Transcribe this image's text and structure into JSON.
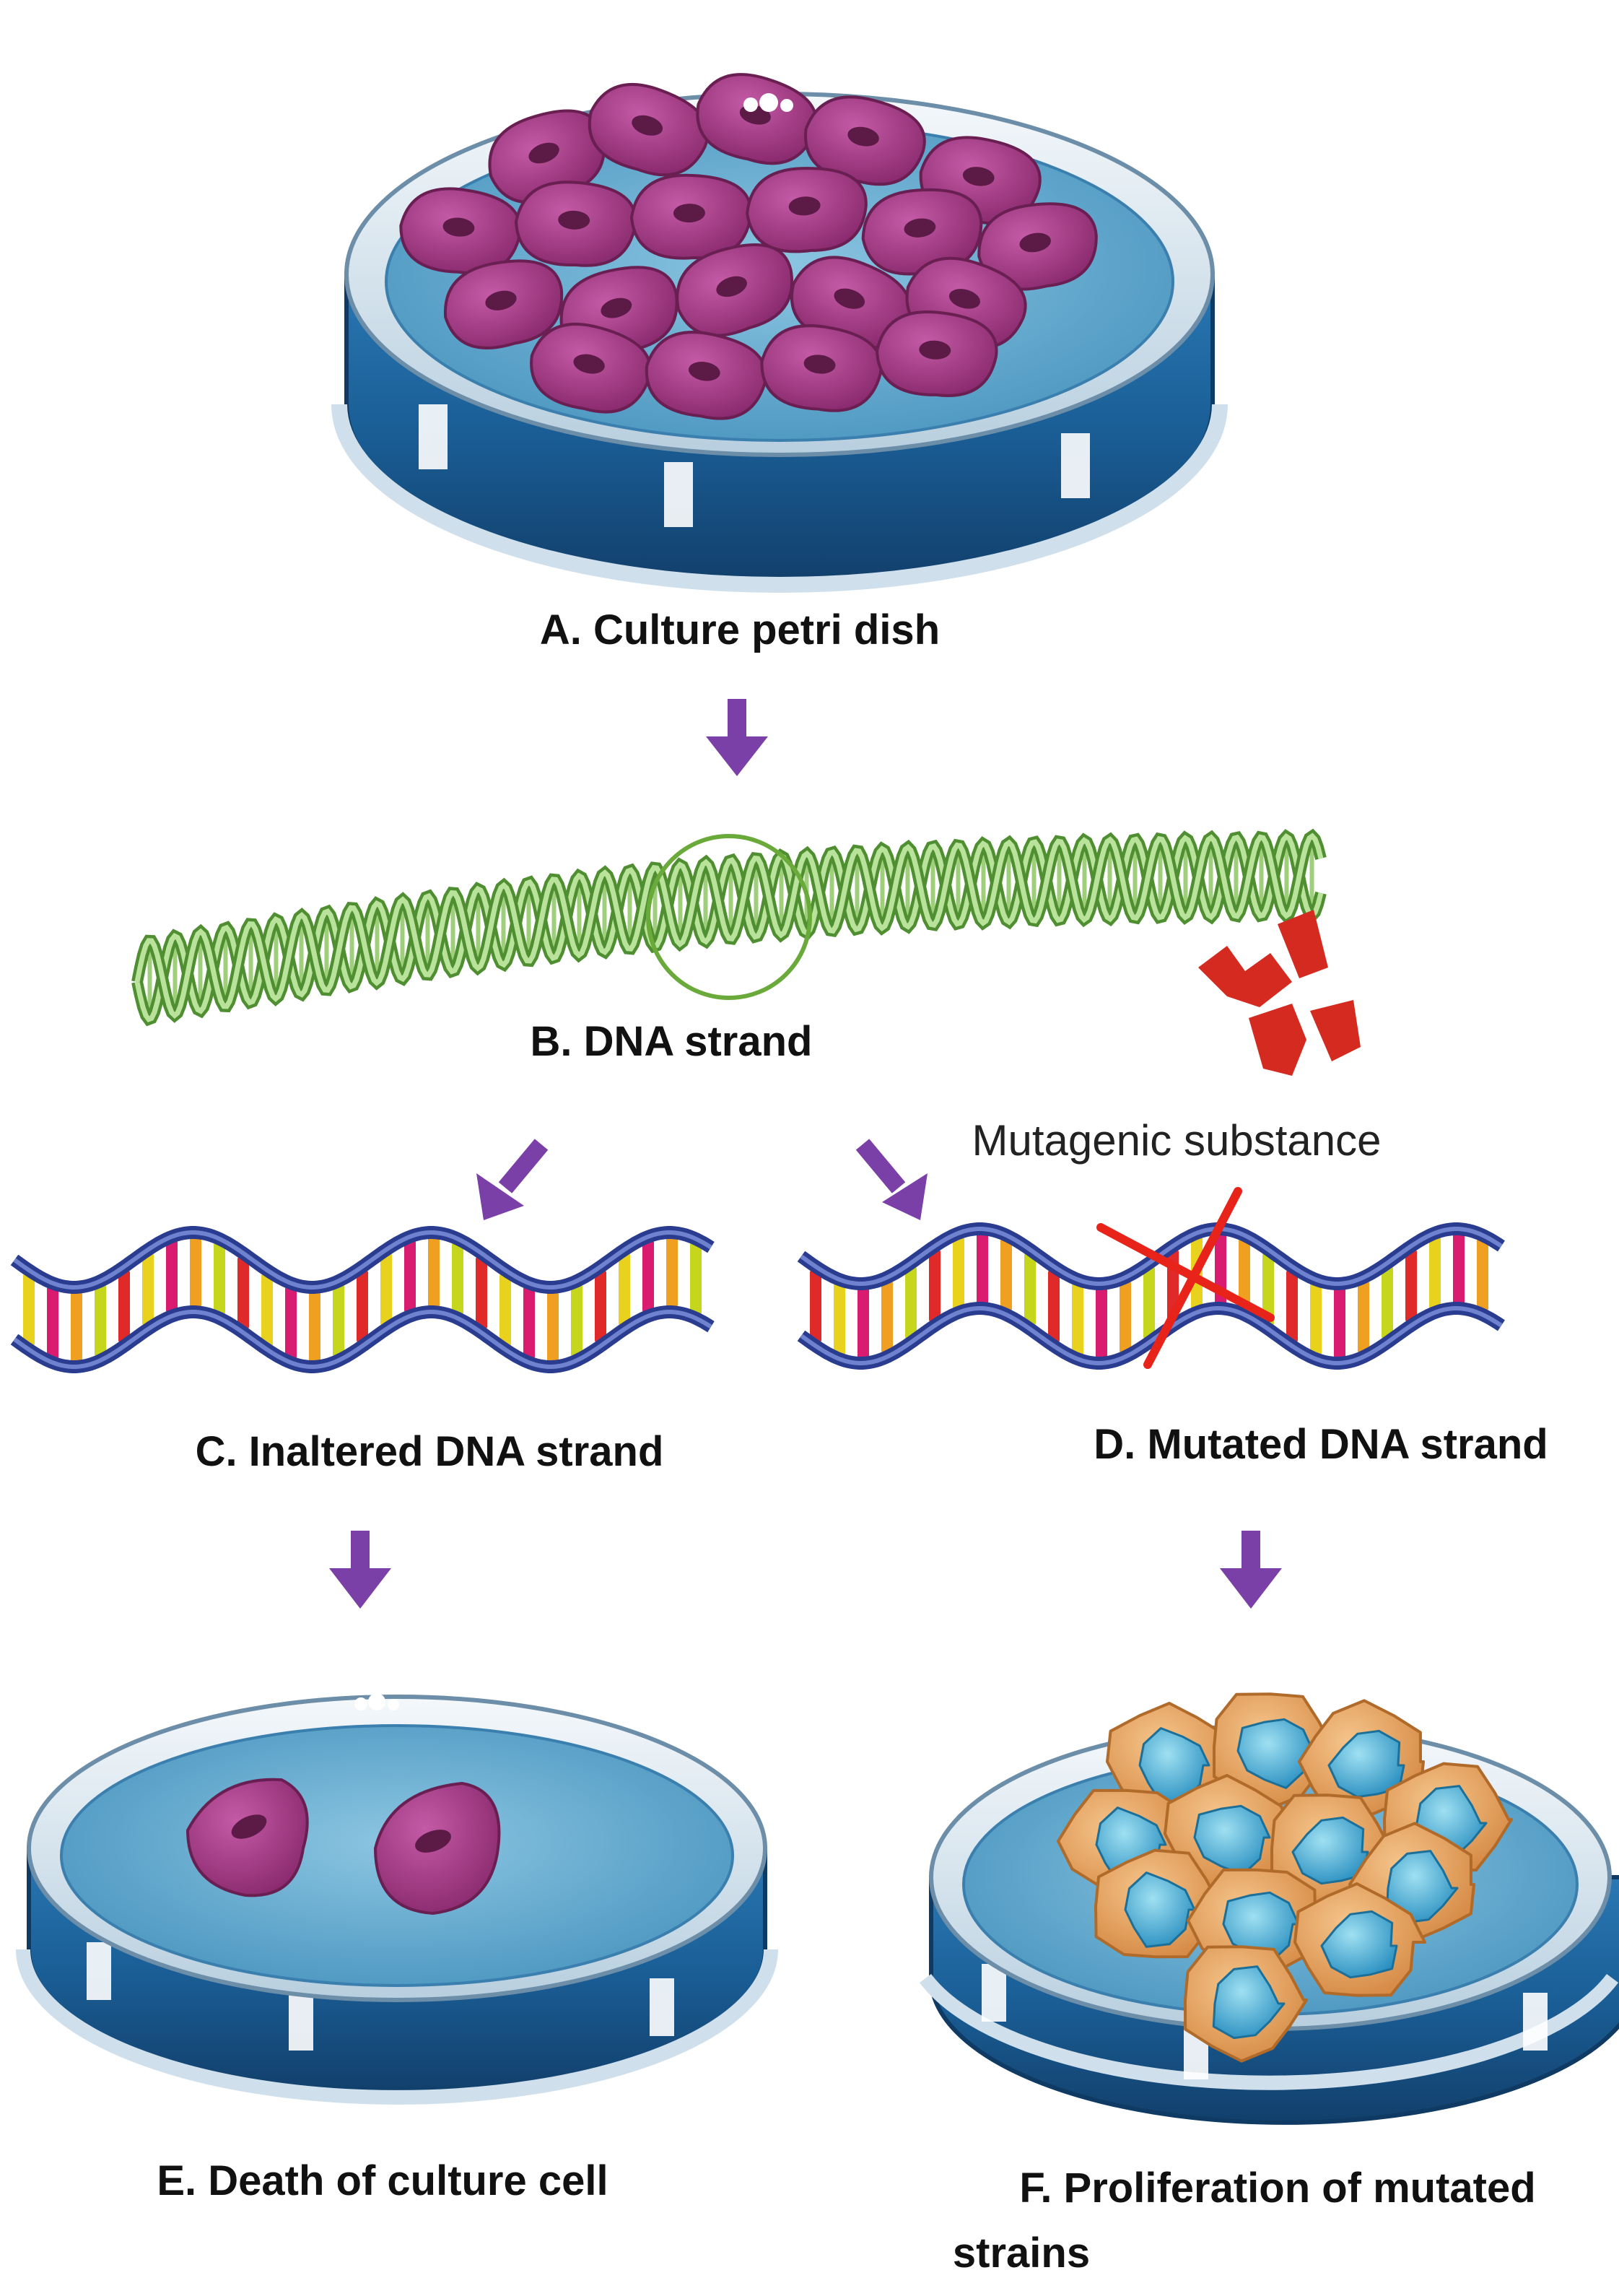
{
  "labels": {
    "a": "A. Culture petri dish",
    "b": "B. DNA strand",
    "mutagen": "Mutagenic substance",
    "c": "C. Inaltered DNA strand",
    "d": "D. Mutated DNA strand",
    "e": "E. Death of culture cell",
    "f_line1": "F. Proliferation of mutated",
    "f_line2": "strains"
  },
  "colors": {
    "arrow": "#7b3fa8",
    "helix": "#6aaa4a",
    "mutagen": "#d42a1f",
    "cross": "#e8231a",
    "dish_blue": "#1a5e96",
    "medium": "#5aa6cc",
    "cell_purple": "#a0347f",
    "mutated_cell_orange": "#e8a866",
    "mutated_nucleus": "#3ea6cf"
  }
}
